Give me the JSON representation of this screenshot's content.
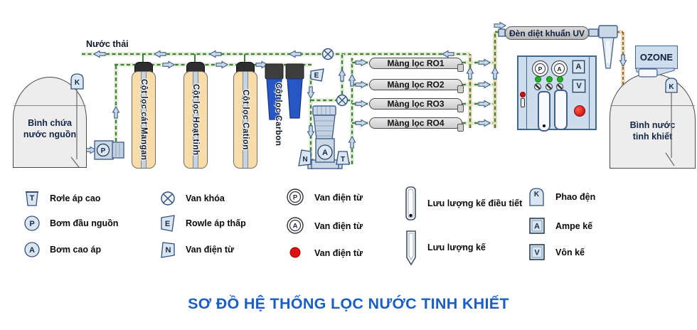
{
  "title": "SƠ ĐỒ HỆ THỐNG LỌC NƯỚC TINH KHIẾT",
  "colors": {
    "title_blue": "#1b5ec6",
    "pipe_green": "#41803a",
    "pipe_tan": "#8a6b3f",
    "column_tan": "#f8ddab",
    "carbon_blue": "#2757c5",
    "panel_blue": "#cddded",
    "alert_red": "#dd1111",
    "led_green": "#21b121"
  },
  "diagram": {
    "waste_label": "Nước thải",
    "source_tank_line1": "Bình chứa",
    "source_tank_line2": "nước nguồn",
    "pure_tank_line1": "Bình nước",
    "pure_tank_line2": "tinh khiết",
    "columns": [
      "Cột lọc cát Mangan",
      "Cột lọc Hoạt tinh",
      "Cột lọc Cation"
    ],
    "carbon_label": "Cột lọc Carbon",
    "ro": [
      "Màng lọc RO1",
      "Màng lọc RO2",
      "Màng lọc RO3",
      "Màng lọc RO4"
    ],
    "uv_label": "Đèn diệt khuẩn UV",
    "ozone_label": "OZONE",
    "symbols": {
      "t": "T",
      "p": "P",
      "a": "A",
      "e": "E",
      "n": "N",
      "k": "K",
      "v": "V"
    }
  },
  "legend": {
    "col1": [
      {
        "icon": "relay-trapezoid-icon",
        "label": "Rơle áp cao"
      },
      {
        "icon": "pump-circle-icon",
        "label": "Bơm đầu nguồn"
      },
      {
        "icon": "pump-circle-icon",
        "label": "Bơm cao áp"
      }
    ],
    "col2": [
      {
        "icon": "valve-cross-icon",
        "label": "Van khóa"
      },
      {
        "icon": "flag-e-icon",
        "label": "Rowle áp thấp"
      },
      {
        "icon": "flag-n-icon",
        "label": "Van điện từ"
      }
    ],
    "col3": [
      {
        "icon": "gauge-p-icon",
        "label": "Van điện từ"
      },
      {
        "icon": "gauge-a-icon",
        "label": "Van điện từ"
      },
      {
        "icon": "red-dot-icon",
        "label": "Van điện từ"
      }
    ],
    "col4": [
      {
        "icon": "flow-meter-regulating-icon",
        "label": "Lưu lượng kế điều tiết"
      },
      {
        "icon": "flow-meter-icon",
        "label": "Lưu lượng kế"
      }
    ],
    "col5": [
      {
        "icon": "float-switch-icon",
        "label": "Phao đện"
      },
      {
        "icon": "ammeter-square-icon",
        "label": "Ampe kế"
      },
      {
        "icon": "voltmeter-square-icon",
        "label": "Vôn kế"
      }
    ]
  }
}
